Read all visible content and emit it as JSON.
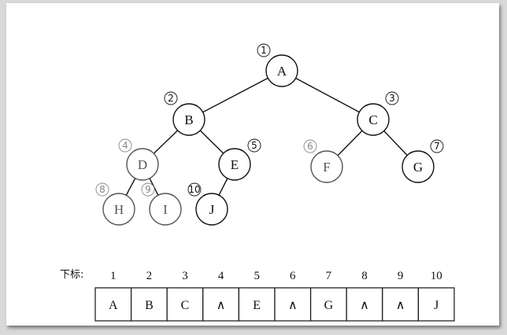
{
  "tree": {
    "nodes": [
      {
        "id": "A",
        "label": "A",
        "num": "1"
      },
      {
        "id": "B",
        "label": "B",
        "num": "2"
      },
      {
        "id": "C",
        "label": "C",
        "num": "3"
      },
      {
        "id": "D",
        "label": "D",
        "num": "4"
      },
      {
        "id": "E",
        "label": "E",
        "num": "5"
      },
      {
        "id": "F",
        "label": "F",
        "num": "6"
      },
      {
        "id": "G",
        "label": "G",
        "num": "7"
      },
      {
        "id": "H",
        "label": "H",
        "num": "8"
      },
      {
        "id": "I",
        "label": "I",
        "num": "9"
      },
      {
        "id": "J",
        "label": "J",
        "num": "10"
      }
    ],
    "edges": [
      [
        "A",
        "B"
      ],
      [
        "A",
        "C"
      ],
      [
        "B",
        "D"
      ],
      [
        "B",
        "E"
      ],
      [
        "C",
        "F"
      ],
      [
        "C",
        "G"
      ],
      [
        "D",
        "H"
      ],
      [
        "D",
        "I"
      ],
      [
        "E",
        "J"
      ]
    ]
  },
  "array": {
    "index_label": "下标:",
    "indices": [
      "1",
      "2",
      "3",
      "4",
      "5",
      "6",
      "7",
      "8",
      "9",
      "10"
    ],
    "cells": [
      "A",
      "B",
      "C",
      "∧",
      "E",
      "∧",
      "G",
      "∧",
      "∧",
      "J"
    ]
  }
}
